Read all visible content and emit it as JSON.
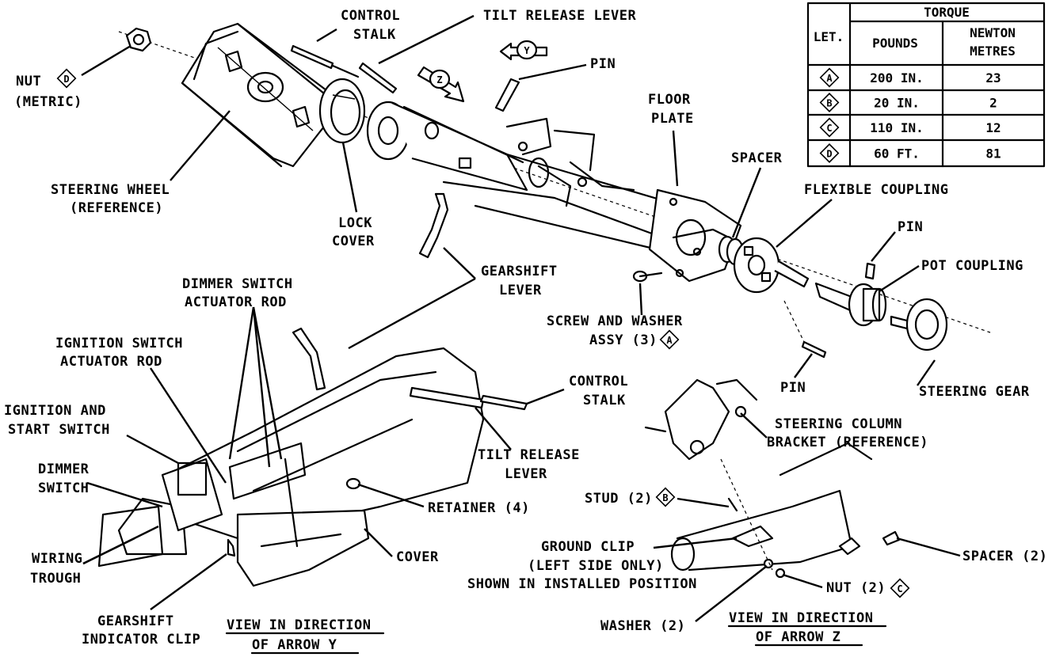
{
  "labels": {
    "nut": "NUT",
    "nut_metric": "(METRIC)",
    "control_stalk_1": "CONTROL",
    "control_stalk_2": "STALK",
    "tilt_release_lever": "TILT RELEASE LEVER",
    "pin_top": "PIN",
    "floor_plate_1": "FLOOR",
    "floor_plate_2": "PLATE",
    "spacer": "SPACER",
    "flexible_coupling": "FLEXIBLE COUPLING",
    "pin_right": "PIN",
    "pot_coupling": "POT COUPLING",
    "steering_wheel_1": "STEERING WHEEL",
    "steering_wheel_2": "(REFERENCE)",
    "lock_cover_1": "LOCK",
    "lock_cover_2": "COVER",
    "gearshift_lever_1": "GEARSHIFT",
    "gearshift_lever_2": "LEVER",
    "screw_washer_1": "SCREW AND WASHER",
    "screw_washer_2": "ASSY (3)",
    "pin_bottom": "PIN",
    "steering_gear": "STEERING GEAR",
    "dimmer_rod_1": "DIMMER SWITCH",
    "dimmer_rod_2": "ACTUATOR ROD",
    "ignition_rod_1": "IGNITION SWITCH",
    "ignition_rod_2": "ACTUATOR ROD",
    "ignition_start_1": "IGNITION AND",
    "ignition_start_2": "START SWITCH",
    "dimmer_switch_1": "DIMMER",
    "dimmer_switch_2": "SWITCH",
    "wiring_trough_1": "WIRING",
    "wiring_trough_2": "TROUGH",
    "gearshift_clip_1": "GEARSHIFT",
    "gearshift_clip_2": "INDICATOR CLIP",
    "view_y_1": "VIEW IN DIRECTION",
    "view_y_2": "OF ARROW Y",
    "control_stalk_b_1": "CONTROL",
    "control_stalk_b_2": "STALK",
    "tilt_release_b_1": "TILT RELEASE",
    "tilt_release_b_2": "LEVER",
    "retainer": "RETAINER (4)",
    "cover": "COVER",
    "bracket_1": "STEERING COLUMN",
    "bracket_2": "BRACKET (REFERENCE)",
    "stud": "STUD (2)",
    "ground_clip_1": "GROUND CLIP",
    "ground_clip_2": "(LEFT SIDE ONLY)",
    "ground_clip_3": "SHOWN IN INSTALLED POSITION",
    "spacer_2": "SPACER (2)",
    "nut_2": "NUT (2)",
    "washer_2": "WASHER (2)",
    "view_z_1": "VIEW IN DIRECTION",
    "view_z_2": "OF ARROW Z"
  },
  "arrows": {
    "y": "Y",
    "z": "Z"
  },
  "torque_table": {
    "header_let": "LET.",
    "header_torque": "TORQUE",
    "header_pounds": "POUNDS",
    "header_newton_1": "NEWTON",
    "header_newton_2": "METRES",
    "rows": [
      {
        "letter": "A",
        "pounds": "200 IN.",
        "newton": "23"
      },
      {
        "letter": "B",
        "pounds": "20 IN.",
        "newton": "2"
      },
      {
        "letter": "C",
        "pounds": "110 IN.",
        "newton": "12"
      },
      {
        "letter": "D",
        "pounds": "60 FT.",
        "newton": "81"
      }
    ]
  },
  "callout_letters": {
    "nut": "D",
    "screw_washer": "A",
    "stud": "B",
    "nut_2": "C"
  }
}
